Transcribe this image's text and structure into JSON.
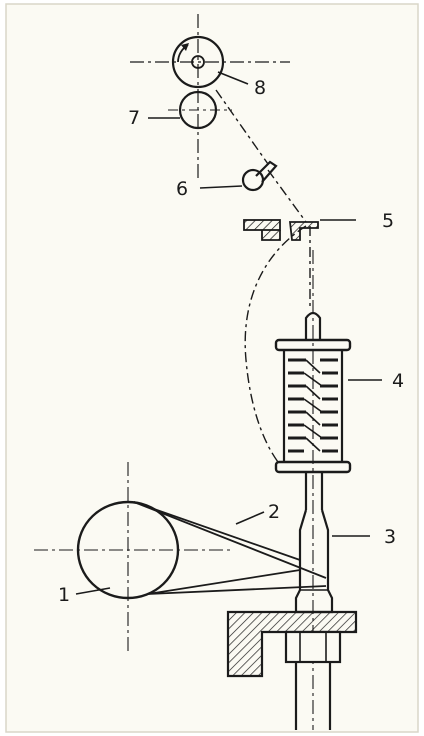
{
  "figure": {
    "labels": {
      "roller_top": "8",
      "roller_bottom": "7",
      "guide": "6",
      "ring": "5",
      "bobbin": "4",
      "spindle": "3",
      "belt": "2",
      "pulley": "1"
    }
  },
  "colors": {
    "paper": "#fbfaf3",
    "ink": "#1b1b1b",
    "border": "#d9d6c8"
  }
}
